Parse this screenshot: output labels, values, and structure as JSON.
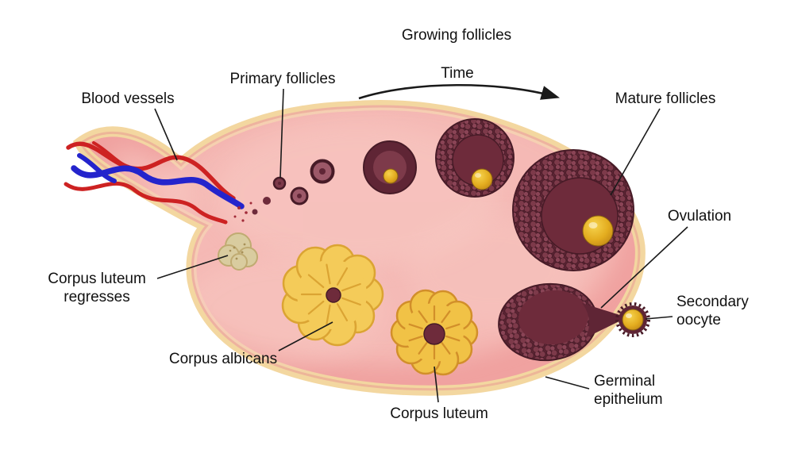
{
  "diagram": {
    "subject": "ovary-follicle-development-cycle"
  },
  "labels": {
    "growing_follicles": "Growing follicles",
    "time": "Time",
    "primary_follicles": "Primary follicles",
    "blood_vessels": "Blood vessels",
    "mature_follicles": "Mature follicles",
    "ovulation": "Ovulation",
    "secondary_oocyte": "Secondary\noocyte",
    "corpus_luteum_regresses": "Corpus luteum\nregresses",
    "corpus_albicans": "Corpus albicans",
    "corpus_luteum": "Corpus luteum",
    "germinal_epithelium": "Germinal\nepithelium"
  },
  "colors": {
    "background": "#ffffff",
    "label_text": "#111111",
    "line_color": "#1a1a1a",
    "ovary_fill": "#f0a2a0",
    "ovary_light": "#f8c9c3",
    "ovary_outline": "#f3d7a0",
    "follicle_ring": "#5f2535",
    "follicle_mid": "#7d3a4a",
    "follicle_inner": "#6e2b3b",
    "follicle_light": "#9c5868",
    "oocyte_yellow": "#e8b722",
    "corpus_luteum_yellow": "#f1c246",
    "corpus_luteum_edge": "#d28f2a",
    "corpus_albicans_yellow": "#f4cb59",
    "corpus_albicans_edge": "#dba433",
    "regressed_beige": "#d9cc9f",
    "regressed_edge": "#c0ab72",
    "vessel_red": "#cd2222",
    "vessel_blue": "#2424cc"
  }
}
